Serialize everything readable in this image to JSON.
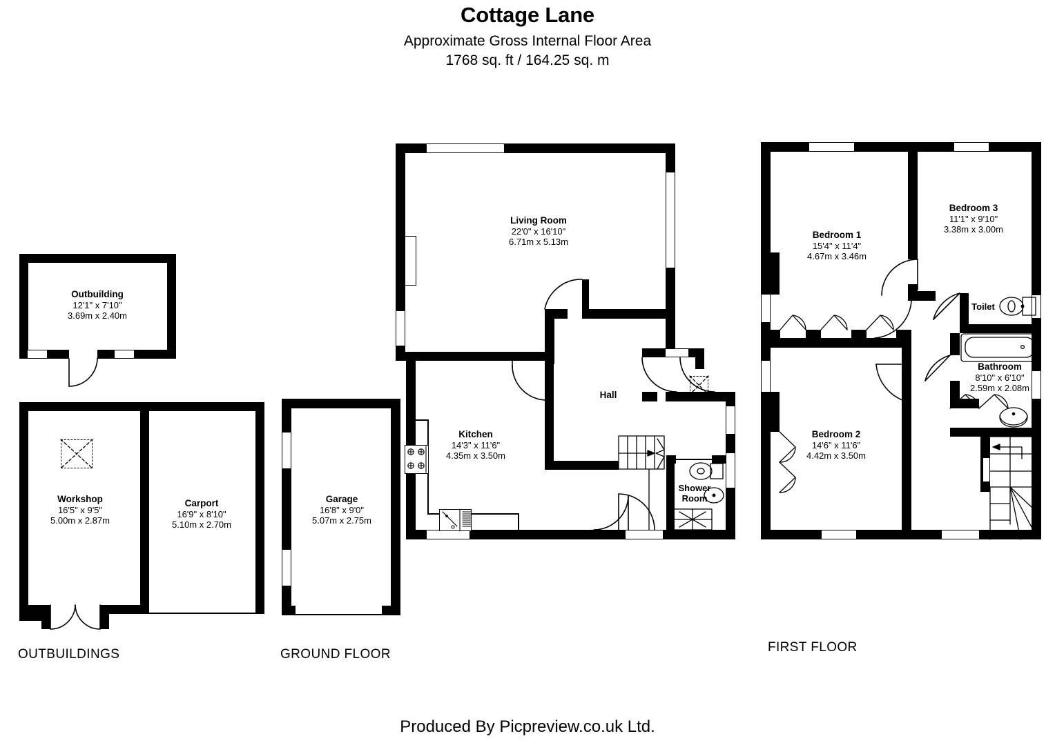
{
  "header": {
    "title": "Cottage Lane",
    "subtitle": "Approximate Gross Internal Floor Area",
    "area": "1768 sq. ft / 164.25 sq. m"
  },
  "footer": {
    "credit": "Produced By Picpreview.co.uk Ltd."
  },
  "floors": {
    "outbuildings_label": "OUTBUILDINGS",
    "ground_label": "GROUND FLOOR",
    "first_label": "FIRST FLOOR"
  },
  "rooms": {
    "outbuilding": {
      "name": "Outbuilding",
      "imperial": "12'1\" x 7'10\"",
      "metric": "3.69m x 2.40m"
    },
    "workshop": {
      "name": "Workshop",
      "imperial": "16'5\" x 9'5\"",
      "metric": "5.00m x 2.87m"
    },
    "carport": {
      "name": "Carport",
      "imperial": "16'9\" x 8'10\"",
      "metric": "5.10m x 2.70m"
    },
    "garage": {
      "name": "Garage",
      "imperial": "16'8\" x 9'0\"",
      "metric": "5.07m x 2.75m"
    },
    "living_room": {
      "name": "Living Room",
      "imperial": "22'0\" x 16'10\"",
      "metric": "6.71m x 5.13m"
    },
    "kitchen": {
      "name": "Kitchen",
      "imperial": "14'3\" x 11'6\"",
      "metric": "4.35m x 3.50m"
    },
    "hall": {
      "name": "Hall",
      "imperial": "",
      "metric": ""
    },
    "shower_room": {
      "name_line1": "Shower",
      "name_line2": "Room"
    },
    "bedroom1": {
      "name": "Bedroom 1",
      "imperial": "15'4\" x 11'4\"",
      "metric": "4.67m x 3.46m"
    },
    "bedroom2": {
      "name": "Bedroom 2",
      "imperial": "14'6\" x 11'6\"",
      "metric": "4.42m x 3.50m"
    },
    "bedroom3": {
      "name": "Bedroom 3",
      "imperial": "11'1\" x 9'10\"",
      "metric": "3.38m x 3.00m"
    },
    "bathroom": {
      "name": "Bathroom",
      "imperial": "8'10\" x 6'10\"",
      "metric": "2.59m x 2.08m"
    },
    "toilet": {
      "name": "Toilet",
      "imperial": "",
      "metric": ""
    }
  },
  "colors": {
    "wall": "#000000",
    "background": "#ffffff",
    "fixture_line": "#000000"
  }
}
